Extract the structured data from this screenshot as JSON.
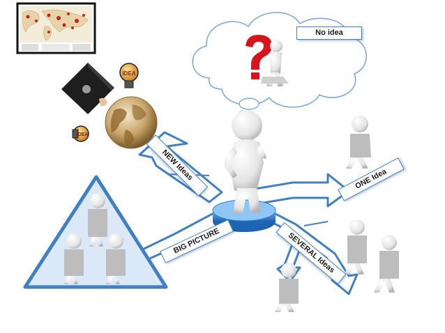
{
  "labels": {
    "no_idea": "No idea",
    "new_ideas": "NEW Ideas",
    "one_idea": "ONE Idea",
    "big_picture": "BIG PICTURE",
    "several_ideas": "SEVERAL Ideas"
  },
  "bulb_text": "IDEA",
  "colors": {
    "arrow_outline": "#3f7fc4",
    "arrow_fill": "#ffffff",
    "triangle_fill": "#dbe8f7",
    "question_mark": "#d7141a",
    "pedestal": "#2f80d0",
    "figure": "#f2f2f2"
  },
  "icons": [
    "world-map-thumbnail",
    "graduation-cap-icon",
    "idea-bulb-icon",
    "globe-icon",
    "question-mark-icon",
    "thought-cloud"
  ]
}
